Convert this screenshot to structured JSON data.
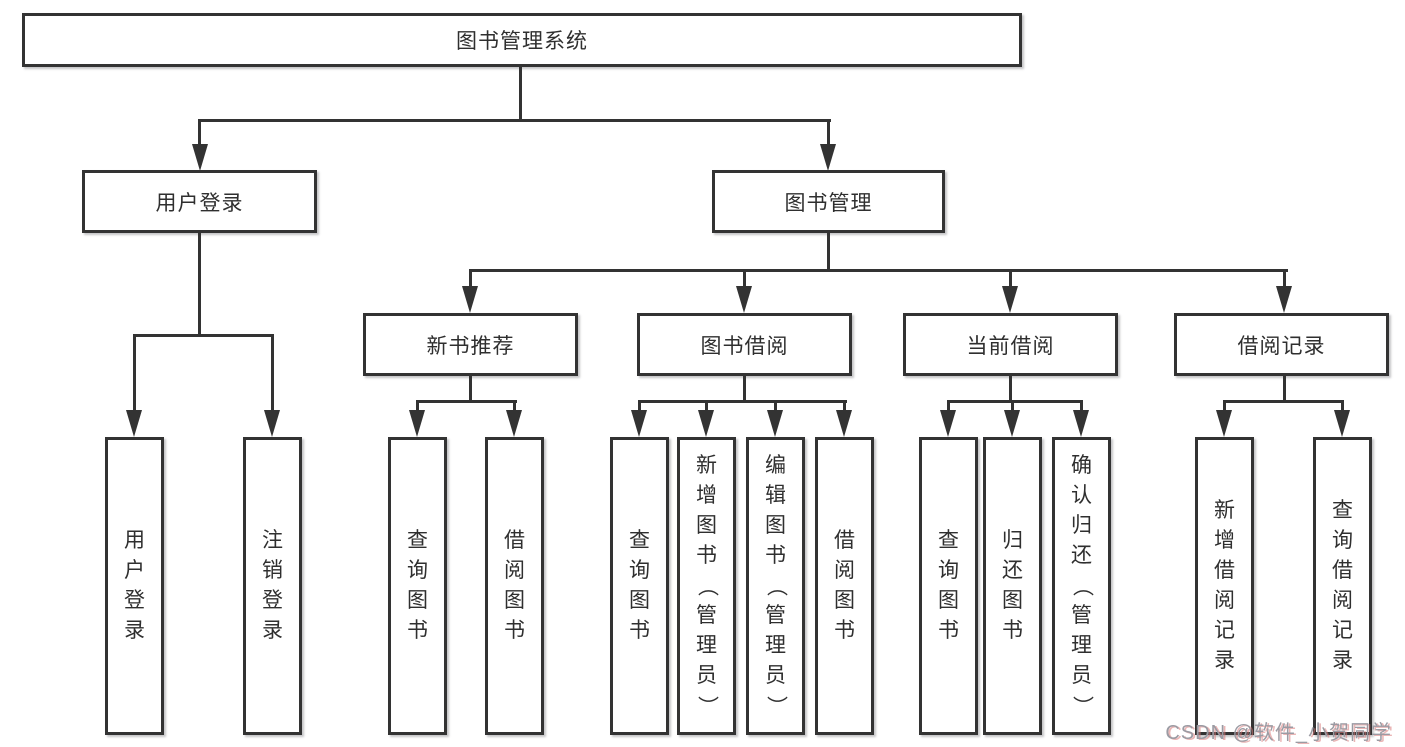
{
  "diagram": {
    "root": {
      "label": "图书管理系统"
    },
    "branches": [
      {
        "label": "用户登录",
        "leaves": [
          {
            "label": "用户登录"
          },
          {
            "label": "注销登录"
          }
        ]
      },
      {
        "label": "图书管理",
        "sections": [
          {
            "label": "新书推荐",
            "leaves": [
              {
                "label": "查询图书"
              },
              {
                "label": "借阅图书"
              }
            ]
          },
          {
            "label": "图书借阅",
            "leaves": [
              {
                "label": "查询图书"
              },
              {
                "label": "新增图书（管理员）"
              },
              {
                "label": "编辑图书（管理员）"
              },
              {
                "label": "借阅图书"
              }
            ]
          },
          {
            "label": "当前借阅",
            "leaves": [
              {
                "label": "查询图书"
              },
              {
                "label": "归还图书"
              },
              {
                "label": "确认归还（管理员）"
              }
            ]
          },
          {
            "label": "借阅记录",
            "leaves": [
              {
                "label": "新增借阅记录"
              },
              {
                "label": "查询借阅记录"
              }
            ]
          }
        ]
      }
    ]
  },
  "watermark": {
    "text": "CSDN @软件_小贺同学"
  },
  "colors": {
    "line": "#333333",
    "border": "#333333",
    "text": "#2f2f2f",
    "watermark": "#9b9ba3",
    "background": "#ffffff"
  }
}
